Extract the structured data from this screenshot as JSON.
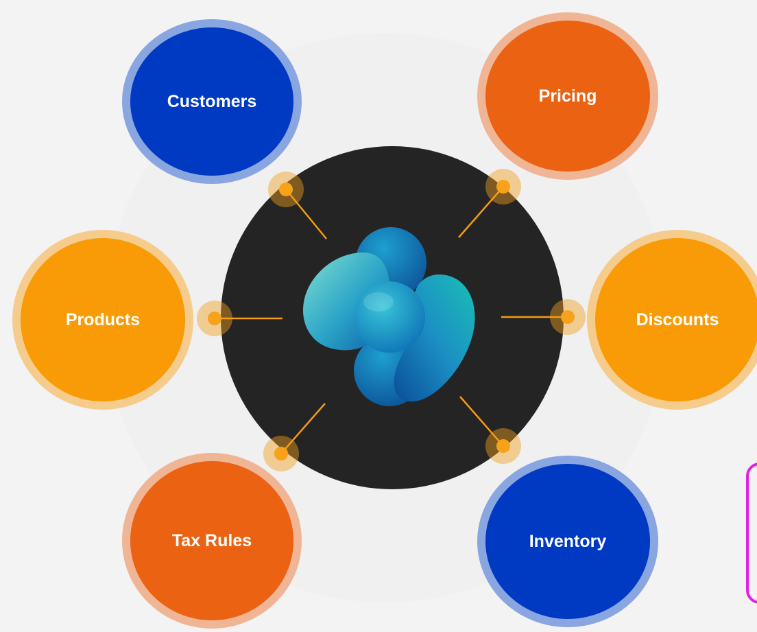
{
  "diagram": {
    "nodes": [
      {
        "key": "customers",
        "label": "Customers"
      },
      {
        "key": "pricing",
        "label": "Pricing"
      },
      {
        "key": "products",
        "label": "Products"
      },
      {
        "key": "discounts",
        "label": "Discounts"
      },
      {
        "key": "tax-rules",
        "label": "Tax Rules"
      },
      {
        "key": "inventory",
        "label": "Inventory"
      }
    ],
    "center_icon": "abstract-product-logo-icon"
  },
  "colors": {
    "background": "#f3f3f3",
    "hub": "#242424",
    "blue_fill": "#0039c2",
    "blue_ring": "#8aa6e0",
    "orange_fill": "#eb6212",
    "orange_ring": "#f0b595",
    "amber_fill": "#f99b06",
    "amber_ring": "#f5cc8c",
    "connector": "#f79a10",
    "badge_border": "#e020e6"
  }
}
